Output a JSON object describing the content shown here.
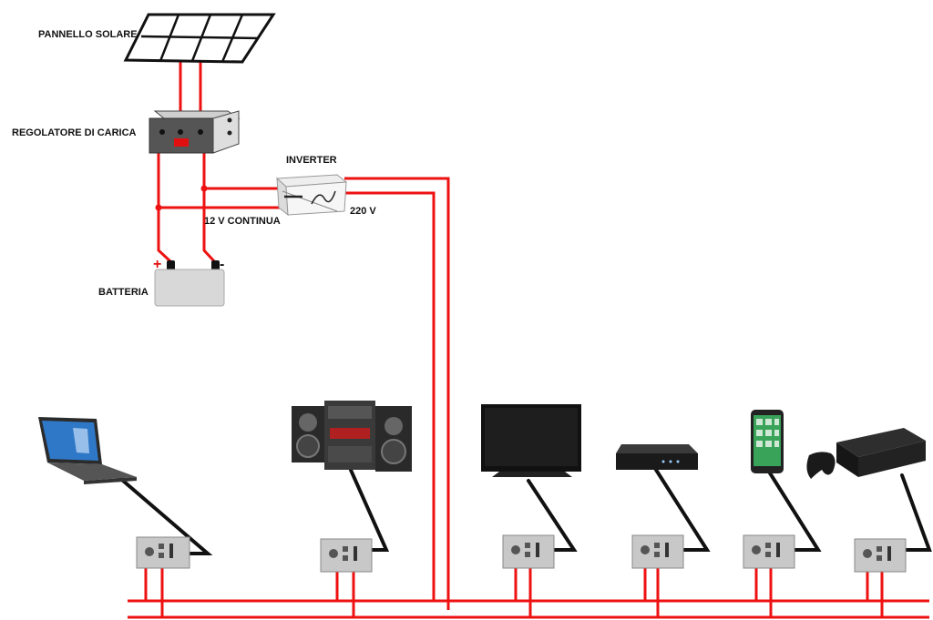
{
  "labels": {
    "solar_panel": "PANNELLO SOLARE",
    "charge_regulator": "REGOLATORE DI CARICA",
    "inverter": "INVERTER",
    "dc_12v": "12 V CONTINUA",
    "ac_220v": "220 V",
    "battery": "BATTERIA",
    "plus": "+",
    "minus": "-"
  },
  "devices": [
    "laptop",
    "stereo",
    "television",
    "router",
    "smartphone",
    "game-console"
  ],
  "colors": {
    "wire": "#ee1111",
    "cable": "#111111",
    "outlet": "#c8c8c8"
  }
}
